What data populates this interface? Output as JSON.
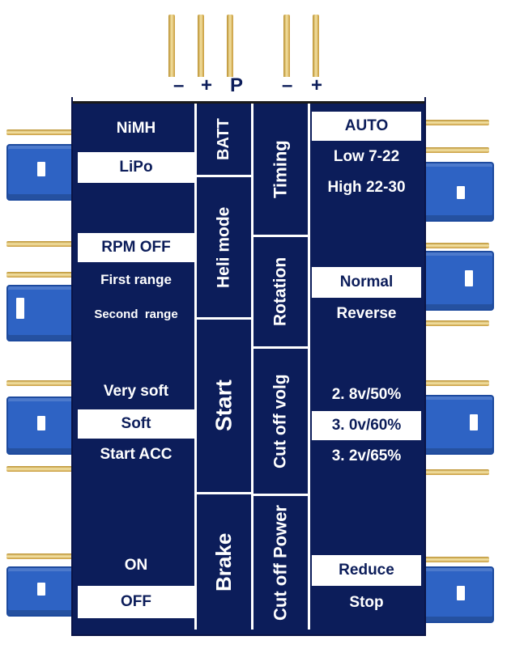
{
  "header": {
    "batt_minus": "–",
    "batt_plus": "+",
    "batt_p": "P",
    "out_minus": "–",
    "out_plus": "+"
  },
  "left_column": {
    "batt": [
      "NiMH",
      "LiPo"
    ],
    "heli": [
      "RPM OFF",
      "First range",
      "Second  range"
    ],
    "start": [
      "Very soft",
      "Soft",
      "Start ACC"
    ],
    "brake": [
      "ON",
      "OFF"
    ]
  },
  "center_left": {
    "batt": "BATT",
    "heli": "Heli mode",
    "start": "Start",
    "brake": "Brake"
  },
  "center_right": {
    "timing": "Timing",
    "rotation": "Rotation",
    "cutoff_volg": "Cut off volg",
    "cutoff_power": "Cut off Power"
  },
  "right_column": {
    "timing": [
      "AUTO",
      "Low 7-22",
      "High 22-30"
    ],
    "rotation": [
      "Normal",
      "Reverse"
    ],
    "cutoff": [
      "2. 8v/50%",
      "3. 0v/60%",
      "3. 2v/65%"
    ],
    "power": [
      "Reduce",
      "Stop"
    ]
  },
  "colors": {
    "board": "#0c1d5a",
    "jumper": "#2e63c4",
    "pin": "#d8b25a"
  }
}
